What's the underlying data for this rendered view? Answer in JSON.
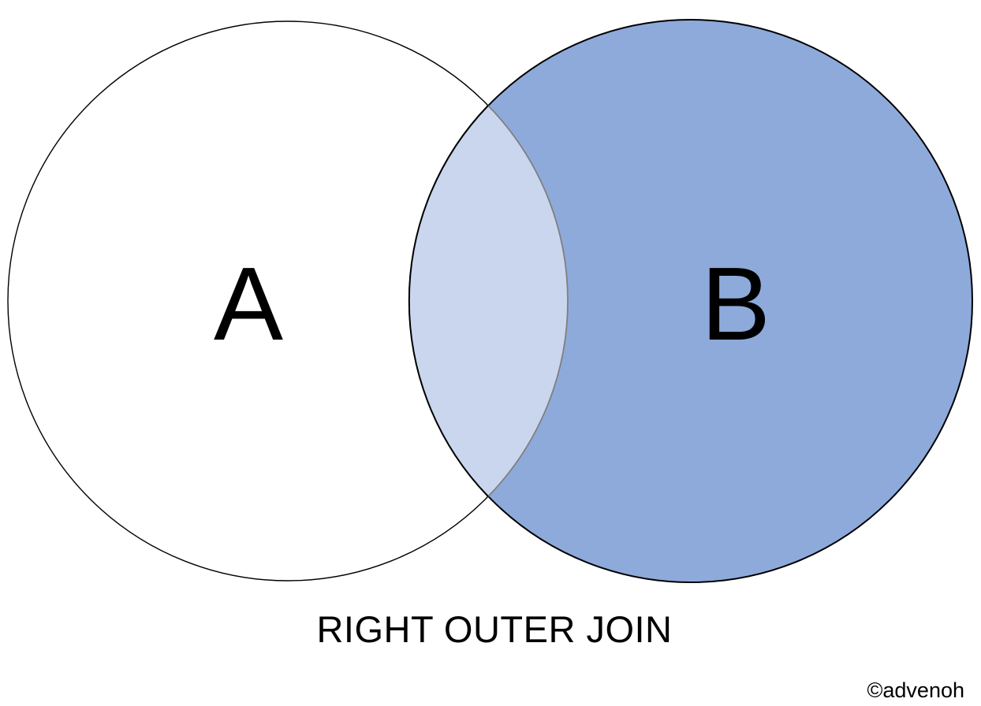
{
  "page": {
    "background": "#FFFFFF"
  },
  "diagram": {
    "kind": "venn-diagram",
    "title": "RIGHT OUTER JOIN",
    "watermark": "©advenoh",
    "sets": {
      "a": {
        "label": "A",
        "fill": "#FFFFFF"
      },
      "b": {
        "label": "B",
        "fill": "#8EAADB"
      }
    },
    "intersection": {
      "fill": "#C9D6EE",
      "outline": "#7F7F7F"
    },
    "outline_color": "#000000"
  }
}
